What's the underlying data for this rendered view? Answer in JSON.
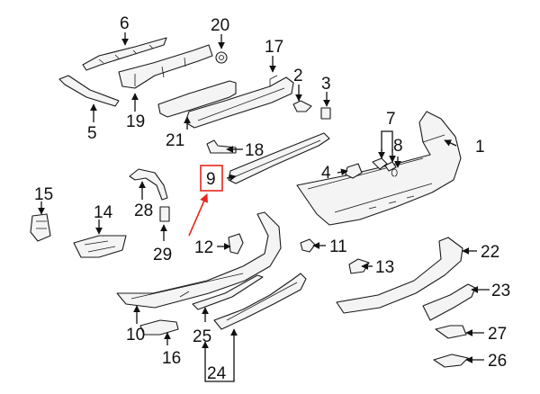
{
  "highlight_color": "#e8261c",
  "highlighted_part": "9",
  "callouts": {
    "c1": "1",
    "c2": "2",
    "c3": "3",
    "c4": "4",
    "c5": "5",
    "c6": "6",
    "c7": "7",
    "c8": "8",
    "c9": "9",
    "c10": "10",
    "c11": "11",
    "c12": "12",
    "c13": "13",
    "c14": "14",
    "c15": "15",
    "c16": "16",
    "c17": "17",
    "c18": "18",
    "c19": "19",
    "c20": "20",
    "c21": "21",
    "c22": "22",
    "c23": "23",
    "c24": "24",
    "c25": "25",
    "c26": "26",
    "c27": "27",
    "c28": "28",
    "c29": "29"
  }
}
